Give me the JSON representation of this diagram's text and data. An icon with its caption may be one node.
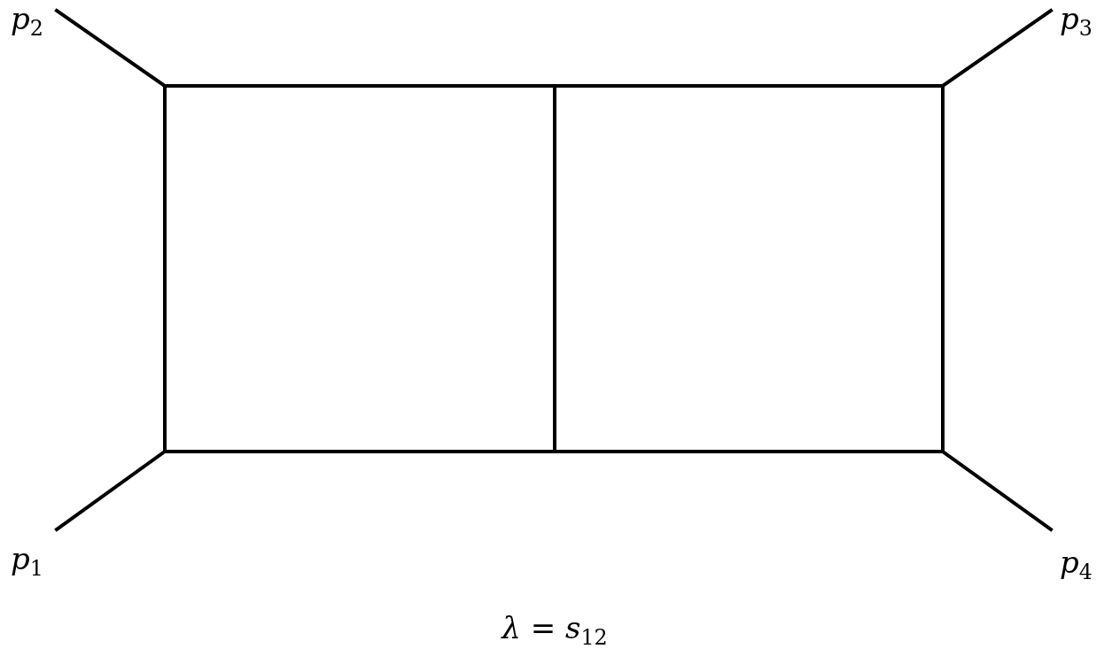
{
  "diagram": {
    "caption": "*λ* = *s*$_{12}$",
    "labels": [
      "*p*$_{2}$",
      "*p*$_{3}$",
      "*p*$_{1}$",
      "*p*$_{4}$"
    ]
  }
}
